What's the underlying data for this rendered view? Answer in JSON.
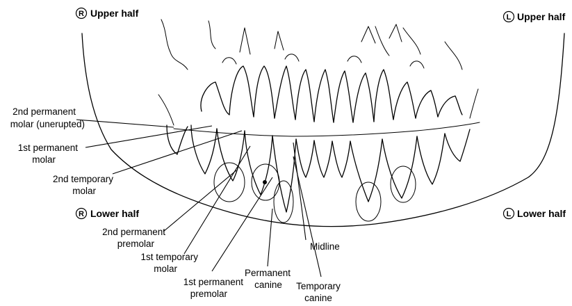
{
  "quadrants": {
    "upper_right": {
      "letter": "R",
      "text": "Upper half"
    },
    "upper_left": {
      "letter": "L",
      "text": "Upper half"
    },
    "lower_right": {
      "letter": "R",
      "text": "Lower half"
    },
    "lower_left": {
      "letter": "L",
      "text": "Lower half"
    }
  },
  "labels": {
    "second_permanent_molar": [
      "2nd permanent",
      "molar (unerupted)"
    ],
    "first_permanent_molar": [
      "1st permanent",
      "molar"
    ],
    "second_temporary_molar": [
      "2nd temporary",
      "molar"
    ],
    "second_permanent_premolar": [
      "2nd permanent",
      "premolar"
    ],
    "first_temporary_molar": [
      "1st temporary",
      "molar"
    ],
    "first_permanent_premolar": [
      "1st permanent",
      "premolar"
    ],
    "permanent_canine": [
      "Permanent",
      "canine"
    ],
    "temporary_canine": [
      "Temporary",
      "canine"
    ],
    "midline": "Midline"
  }
}
